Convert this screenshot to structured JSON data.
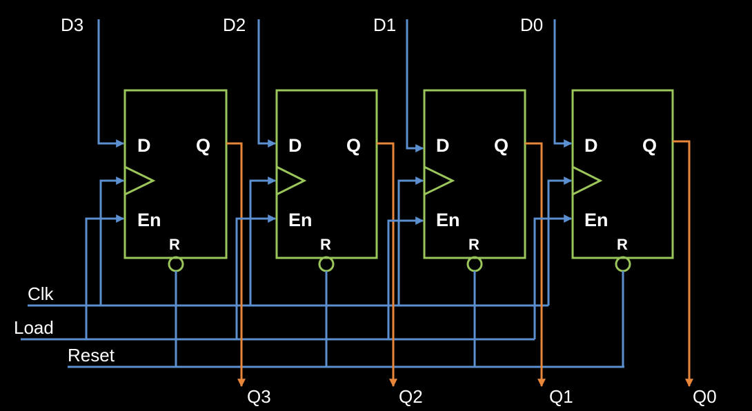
{
  "colors": {
    "background": "#000000",
    "flipflop_outline": "#9bc65a",
    "input_wire": "#5b8fd0",
    "output_wire": "#e8863a",
    "text": "#ffffff"
  },
  "flipflops": [
    {
      "input": "D3",
      "output": "Q3",
      "pins": {
        "d": "D",
        "q": "Q",
        "en": "En",
        "r": "R"
      }
    },
    {
      "input": "D2",
      "output": "Q2",
      "pins": {
        "d": "D",
        "q": "Q",
        "en": "En",
        "r": "R"
      }
    },
    {
      "input": "D1",
      "output": "Q1",
      "pins": {
        "d": "D",
        "q": "Q",
        "en": "En",
        "r": "R"
      }
    },
    {
      "input": "D0",
      "output": "Q0",
      "pins": {
        "d": "D",
        "q": "Q",
        "en": "En",
        "r": "R"
      }
    }
  ],
  "signals": {
    "clk": "Clk",
    "load": "Load",
    "reset": "Reset"
  }
}
